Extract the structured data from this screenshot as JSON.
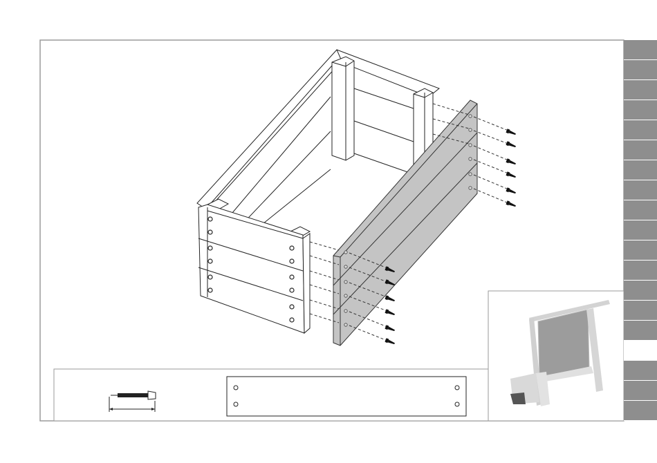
{
  "page": {
    "background": "#ffffff",
    "frame_color": "#9a9a9a"
  },
  "navigation": {
    "step_tab_count": 19,
    "active_step_index": 15,
    "tab_color": "#8e8e8e",
    "active_tab_color": "#ffffff"
  },
  "diagram": {
    "panel_color": "#c4c4c4",
    "screw_icon": "screw-icon",
    "screws_per_side": 6,
    "holes_per_board": 2,
    "board_count_per_side": 3
  },
  "parts_legend": {
    "items": [
      {
        "icon": "screw-icon"
      },
      {
        "icon": "board-icon"
      }
    ]
  },
  "preview": {
    "icon": "easel-icon",
    "canvas_color": "#9c9c9c",
    "frame_color": "#d0d0d0"
  }
}
